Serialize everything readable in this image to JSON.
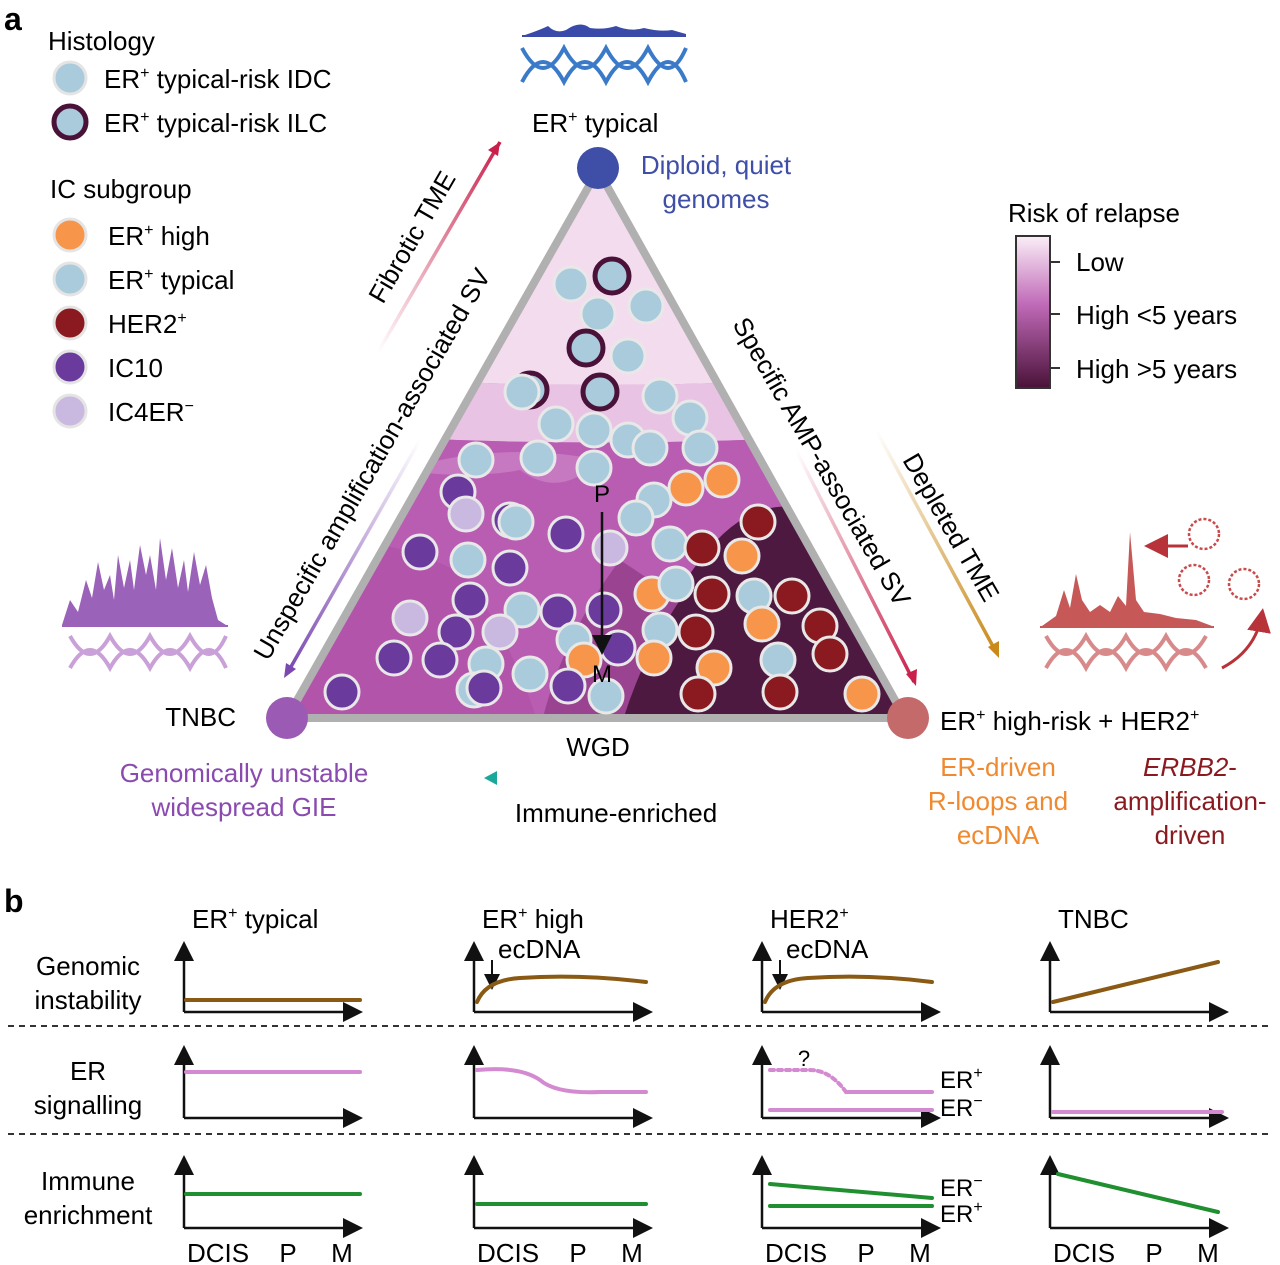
{
  "panel_a_label": "a",
  "panel_b_label": "b",
  "histology": {
    "title": "Histology",
    "items": [
      {
        "label": "ER",
        "sup": "+",
        "rest": " typical-risk IDC"
      },
      {
        "label": "ER",
        "sup": "+",
        "rest": " typical-risk ILC"
      }
    ]
  },
  "ic_subgroup": {
    "title": "IC subgroup",
    "items": [
      {
        "label": "ER",
        "sup": "+",
        "rest": " high",
        "color": "#f7954a"
      },
      {
        "label": "ER",
        "sup": "+",
        "rest": " typical",
        "color": "#a9cbdc"
      },
      {
        "label": "HER2",
        "sup": "+",
        "rest": "",
        "color": "#8a1a1f"
      },
      {
        "label": "IC10",
        "sup": "",
        "rest": "",
        "color": "#6a3a9c"
      },
      {
        "label": "IC4ER",
        "sup": "−",
        "rest": "",
        "color": "#c9b8e0"
      }
    ]
  },
  "risk": {
    "title": "Risk of relapse",
    "low": "Low",
    "mid": "High <5 years",
    "high": "High >5 years"
  },
  "vertices": {
    "top": {
      "label": "ER",
      "sup": "+",
      "rest": " typical",
      "desc1": "Diploid, quiet",
      "desc2": "genomes",
      "color": "#3f4fa8"
    },
    "left": {
      "label": "TNBC",
      "desc1": "Genomically unstable",
      "desc2": "widespread GIE",
      "color": "#9b5bb4"
    },
    "right": {
      "label": "ER",
      "sup": "+",
      "rest": " high-risk + HER2",
      "sup2": "+",
      "color": "#c46a6a"
    }
  },
  "right_desc": {
    "er1": "ER-driven",
    "er2": "R-loops and",
    "er3": "ecDNA",
    "erbb2_italic": "ERBB2",
    "erbb2_rest": "-",
    "amp1": "amplification-",
    "amp2": "driven"
  },
  "arrows": {
    "fibrotic": "Fibrotic TME",
    "unspecific": "Unspecific amplification-associated SV",
    "specific": "Specific AMP-associated SV",
    "depleted": "Depleted TME",
    "wgd": "WGD",
    "immune": "Immune-enriched",
    "p": "P",
    "m": "M"
  },
  "panel_b": {
    "columns": [
      {
        "title": "ER",
        "sup": "+",
        "rest": " typical",
        "sub": ""
      },
      {
        "title": "ER",
        "sup": "+",
        "rest": " high",
        "sub": "ecDNA"
      },
      {
        "title": "HER2",
        "sup": "+",
        "rest": "",
        "sub": "ecDNA"
      },
      {
        "title": "TNBC",
        "sup": "",
        "rest": "",
        "sub": ""
      }
    ],
    "rows": [
      {
        "l1": "Genomic",
        "l2": "instability"
      },
      {
        "l1": "ER",
        "l2": "signalling"
      },
      {
        "l1": "Immune",
        "l2": "enrichment"
      }
    ],
    "x_ticks": [
      "DCIS",
      "P",
      "M"
    ],
    "question": "?",
    "erp": "ER",
    "erp_sup": "+",
    "ern": "ER",
    "ern_sup": "−"
  },
  "colors": {
    "genomic": "#8a5a14",
    "er": "#d48ad0",
    "immune": "#1f8f2f",
    "er_high_orange": "#f7954a",
    "her2": "#8a1a1f",
    "purple": "#6a3a9c",
    "lightblue": "#a9cbdc"
  }
}
